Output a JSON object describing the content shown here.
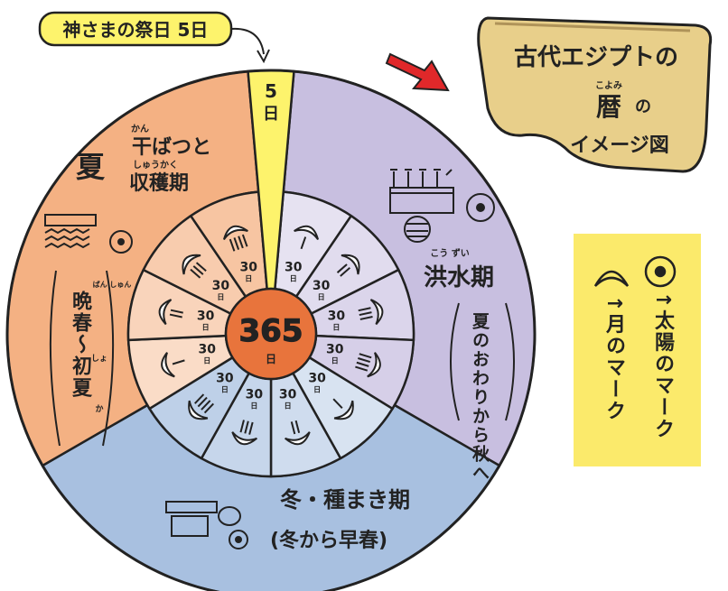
{
  "festival_label": "神さまの祭日 5日",
  "festival_days": "5日",
  "center": {
    "number": "365",
    "unit": "日"
  },
  "segment_days": "30",
  "segment_unit": "日",
  "title": {
    "line1": "古代エジプトの",
    "ruby": "こよみ",
    "line2_kanji": "暦",
    "line2_no": "の",
    "line3": "イメージ図"
  },
  "seasons": {
    "summer": {
      "kanji": "夏",
      "name_ruby1": "かん",
      "name_line1": "干ばつと",
      "name_ruby2": "しゅうかく",
      "name_line2": "収穫期",
      "range_ruby1": "ばん しゅん",
      "range_ruby2": "しょ",
      "range_ruby3": "か",
      "range": "晩春〜初夏"
    },
    "flood": {
      "ruby": "こう ずい",
      "name": "洪水期",
      "range": "夏のおわりから秋へ"
    },
    "winter": {
      "name": "冬・種まき期",
      "range": "(冬から早春)"
    }
  },
  "legend": {
    "sun": "↑太陽のマーク",
    "moon": "↑月のマーク"
  },
  "colors": {
    "summer": "#f4b183",
    "flood": "#c8bfe0",
    "winter": "#a8c0e0",
    "festival": "#fdf36c",
    "center": "#e8743c",
    "note": "#fbea6b",
    "title_box": "#e8cf8a",
    "arrow": "#e0282a",
    "outline": "#222222"
  }
}
